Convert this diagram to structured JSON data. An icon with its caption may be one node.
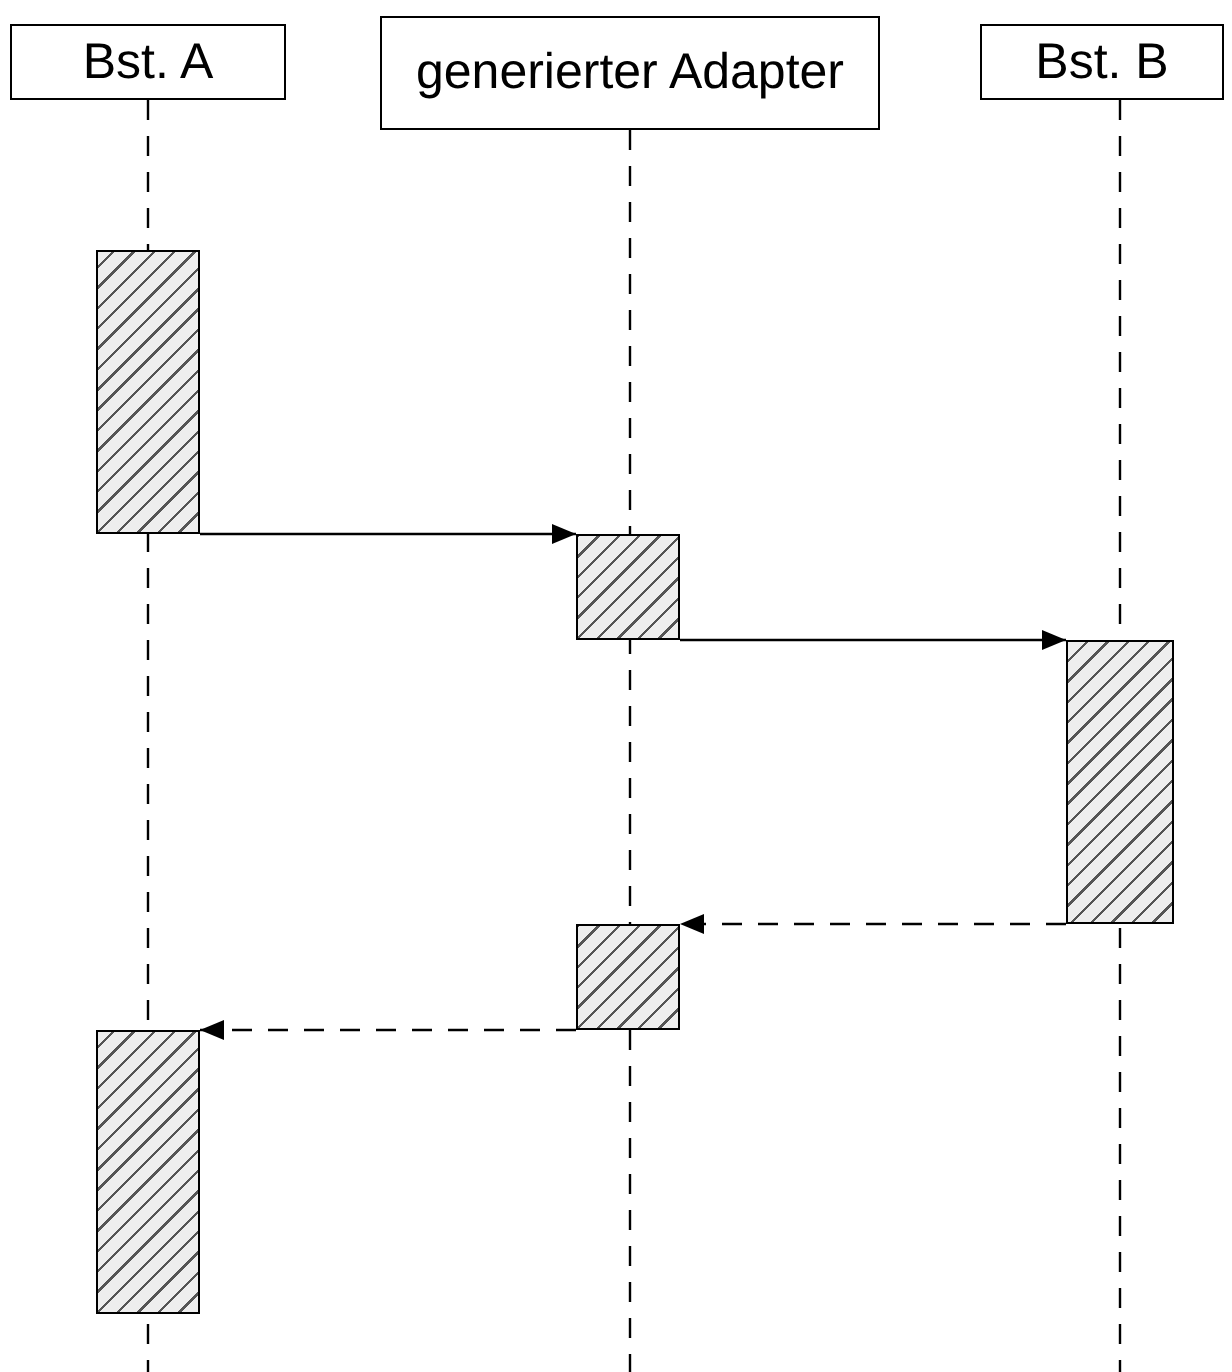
{
  "diagram": {
    "nodes": [
      {
        "text": [
          "Bst. A"
        ]
      },
      {
        "text": [
          "generierter Adapter"
        ]
      },
      {
        "text": [
          "Bst. B"
        ]
      },
      {
        "text": [],
        "shape": "bar"
      },
      {
        "text": [],
        "shape": "bar"
      },
      {
        "text": [],
        "shape": "bar"
      },
      {
        "text": [],
        "shape": "bar"
      },
      {
        "text": [],
        "shape": "bar"
      }
    ],
    "edges": [
      {
        "from": 3,
        "to": 4,
        "arrow": "to"
      },
      {
        "from": 4,
        "to": 5,
        "arrow": "to"
      },
      {
        "from": 5,
        "to": 6,
        "arrow": "to",
        "style": "dashed"
      },
      {
        "from": 6,
        "to": 7,
        "arrow": "to",
        "style": "dashed"
      }
    ]
  }
}
